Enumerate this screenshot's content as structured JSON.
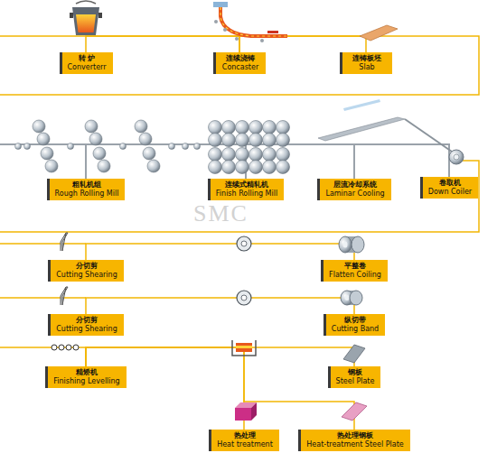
{
  "diagram": {
    "nodes": [
      {
        "text": [
          "转 炉",
          "Converterr"
        ]
      },
      {
        "text": [
          "连续浇铸",
          "Concaster"
        ]
      },
      {
        "text": [
          "连铸板坯",
          "Slab"
        ]
      },
      {
        "text": [
          "粗轧机组",
          "Rough Rolling Mill"
        ]
      },
      {
        "text": [
          "连续式精轧机",
          "Finish Rolling Mill"
        ]
      },
      {
        "text": [
          "层流冷却系统",
          "Laminar Cooling"
        ]
      },
      {
        "text": [
          "卷取机",
          "Down Coiler"
        ]
      },
      {
        "text": [
          "分切剪",
          "Cutting Shearing"
        ]
      },
      {
        "text": [
          "平整卷",
          "Flatten Coiling"
        ]
      },
      {
        "text": [
          "分切剪",
          "Cutting Shearing"
        ]
      },
      {
        "text": [
          "纵切带",
          "Cutting Band"
        ]
      },
      {
        "text": [
          "精矫机",
          "Finishing Levelling"
        ]
      },
      {
        "text": [
          "钢板",
          "Steel Plate"
        ]
      },
      {
        "text": [
          "热处理",
          "Heat treatment"
        ]
      },
      {
        "text": [
          "热处理钢板",
          "Heat-treatment Steel Plate"
        ]
      }
    ],
    "edges": [
      {
        "from": 0,
        "to": 1,
        "arrow": "none"
      },
      {
        "from": 1,
        "to": 2,
        "arrow": "none"
      },
      {
        "from": 3,
        "to": 4,
        "arrow": "none"
      },
      {
        "from": 4,
        "to": 5,
        "arrow": "none"
      },
      {
        "from": 5,
        "to": 6,
        "arrow": "none"
      },
      {
        "from": 7,
        "to": 8,
        "arrow": "none"
      },
      {
        "from": 9,
        "to": 10,
        "arrow": "none"
      },
      {
        "from": 11,
        "to": 12,
        "arrow": "none"
      },
      {
        "from": 11,
        "to": 13,
        "arrow": "none"
      },
      {
        "from": 11,
        "to": 14,
        "arrow": "none"
      }
    ],
    "labels": [
      "SMC"
    ]
  }
}
